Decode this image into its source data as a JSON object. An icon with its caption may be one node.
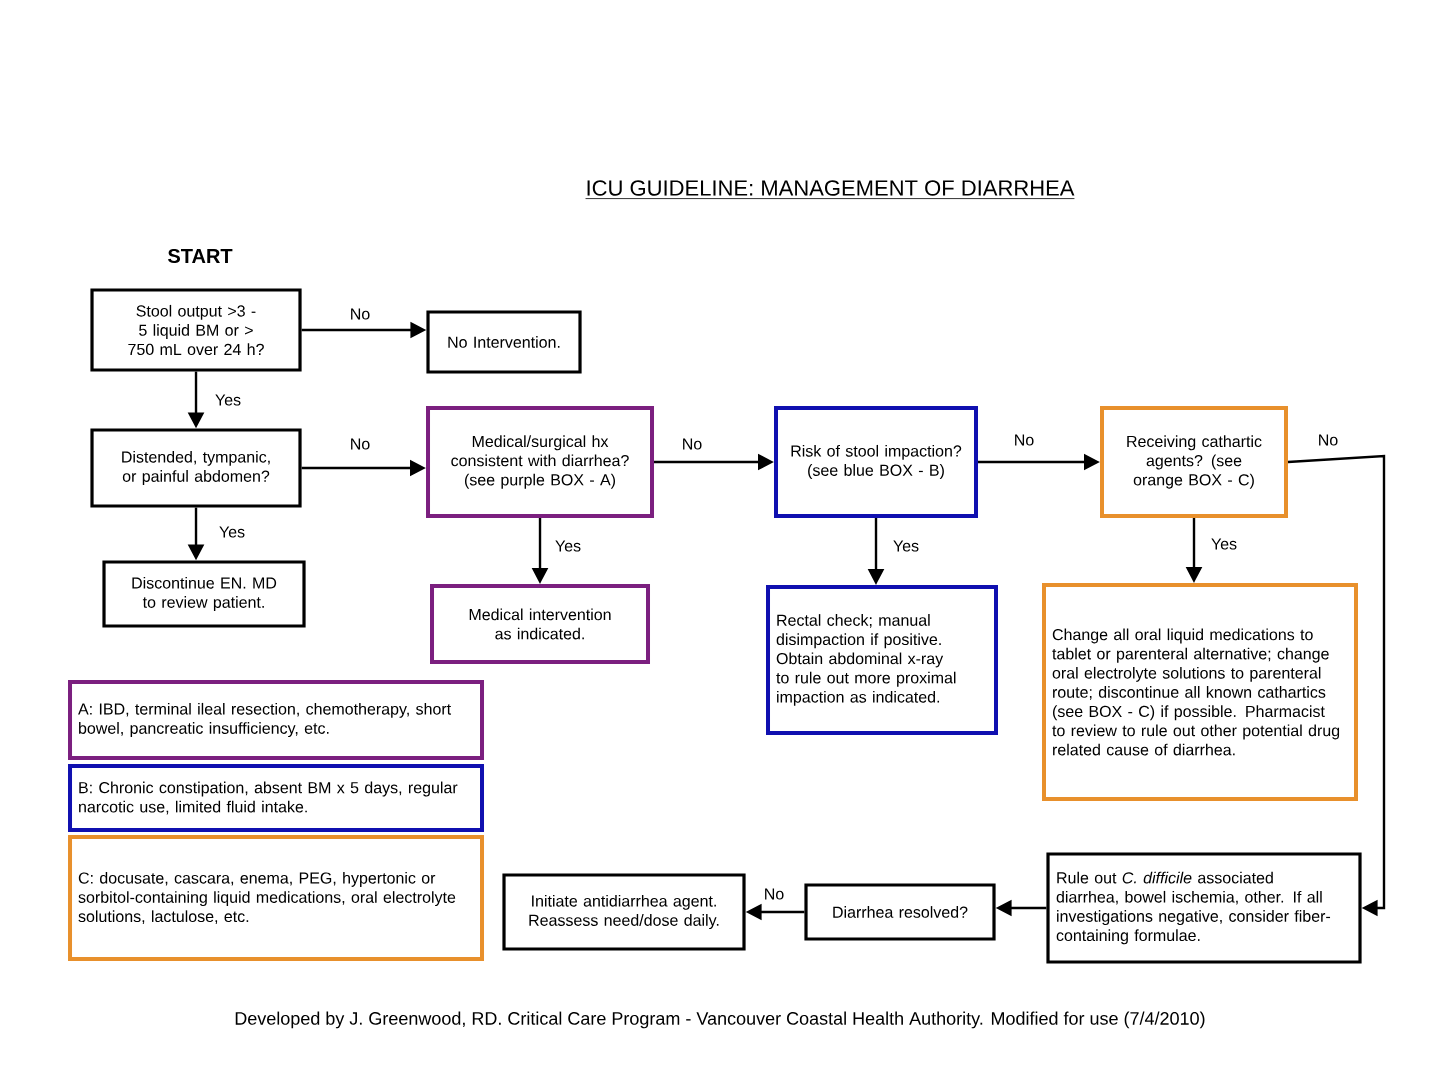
{
  "diagram": {
    "title": "ICU GUIDELINE: MANAGEMENT OF DIARRHEA",
    "nodes": [
      {
        "text": [
          "Stool output >3 - 5 liquid BM or > 750 mL over 24 h?"
        ]
      },
      {
        "text": [
          "No Intervention."
        ]
      },
      {
        "text": [
          "Distended, tympanic, or painful abdomen?"
        ]
      },
      {
        "text": [
          "Medical/surgical hx consistent with diarrhea? (see purple BOX - A)"
        ]
      },
      {
        "text": [
          "Risk of stool impaction? (see blue BOX - B)"
        ]
      },
      {
        "text": [
          "Receiving cathartic agents? (see orange BOX - C)"
        ]
      },
      {
        "text": [
          "Discontinue EN. MD to review patient."
        ]
      },
      {
        "text": [
          "Medical intervention as indicated."
        ]
      },
      {
        "text": [
          "Rectal check; manual disimpaction if positive. Obtain abdominal x-ray to rule out more proximal impaction as indicated."
        ]
      },
      {
        "text": [
          "Change all oral liquid medications to tablet or parenteral alternative; change oral electrolyte solutions to parenteral route; discontinue all known cathartics (see BOX - C) if possible. Pharmacist to review to rule out other potential drug related cause of diarrhea."
        ]
      },
      {
        "text": [
          "A: IBD, terminal ileal resection, chemotherapy, short bowel, pancreatic insufficiency, etc."
        ]
      },
      {
        "text": [
          "B: Chronic constipation, absent BM x 5 days, regular narcotic use, limited fluid intake."
        ]
      },
      {
        "text": [
          "C: docusate, cascara, enema, PEG, hypertonic or sorbitol-containing liquid medications, oral electrolyte solutions, lactulose, etc."
        ]
      },
      {
        "text": [
          "Initiate antidiarrhea agent. Reassess need/dose daily."
        ]
      },
      {
        "text": [
          "Diarrhea resolved?"
        ]
      },
      {
        "text": [
          "Rule out *C. difficile* associated diarrhea, bowel ischemia, other. If all investigations negative, consider fiber-containing formulae."
        ]
      }
    ],
    "edges": [
      {
        "from": 0,
        "to": 1,
        "arrow": "to",
        "label": "No"
      },
      {
        "from": 0,
        "to": 2,
        "arrow": "to",
        "label": "Yes"
      },
      {
        "from": 2,
        "to": 3,
        "arrow": "to",
        "label": "No"
      },
      {
        "from": 2,
        "to": 6,
        "arrow": "to",
        "label": "Yes"
      },
      {
        "from": 3,
        "to": 4,
        "arrow": "to",
        "label": "No"
      },
      {
        "from": 3,
        "to": 7,
        "arrow": "to",
        "label": "Yes"
      },
      {
        "from": 4,
        "to": 5,
        "arrow": "to",
        "label": "No"
      },
      {
        "from": 4,
        "to": 8,
        "arrow": "to",
        "label": "Yes"
      },
      {
        "from": 5,
        "to": 9,
        "arrow": "to",
        "label": "Yes"
      },
      {
        "from": 5,
        "to": 15,
        "arrow": "to",
        "label": "No"
      },
      {
        "from": 15,
        "to": 14,
        "arrow": "to"
      },
      {
        "from": 14,
        "to": 13,
        "arrow": "to",
        "label": "No"
      }
    ],
    "labels": [
      "START",
      "Developed by J. Greenwood, RD. Critical Care Program - Vancouver Coastal Health Authority. Modified for use (7/4/2010)"
    ]
  }
}
